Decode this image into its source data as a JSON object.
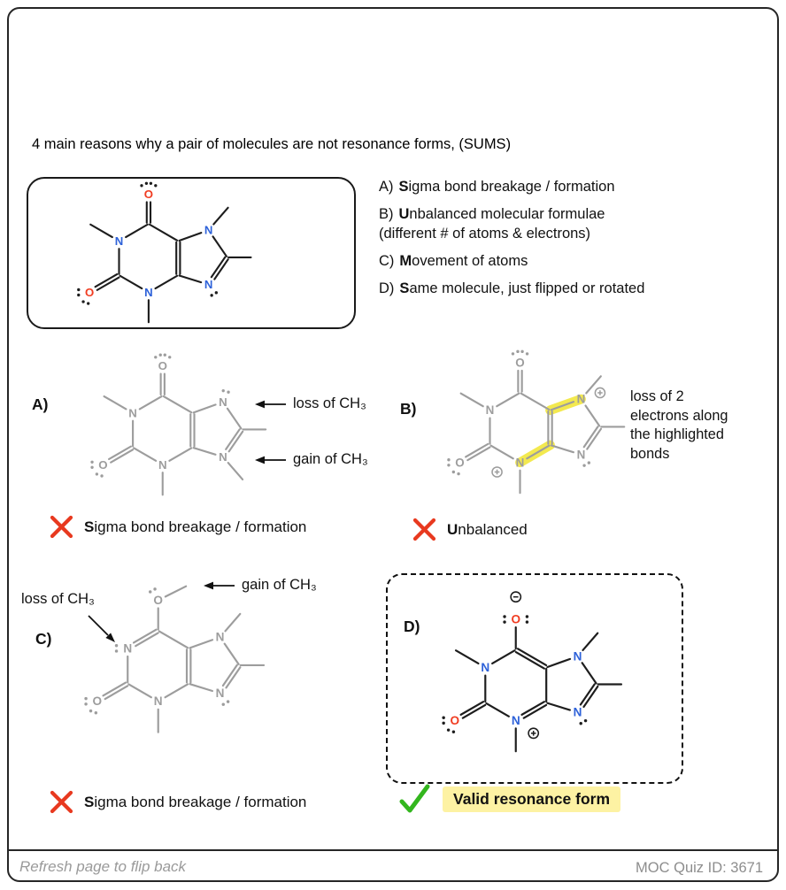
{
  "title": "4 main reasons why a pair of molecules are not resonance forms, (SUMS)",
  "atom_labels": {
    "N": "N",
    "O": "O"
  },
  "colors": {
    "nitrogen": "#2e62d9",
    "oxygen": "#f03c21",
    "bond": "#1d1d1d",
    "gray": "#9d9d9d",
    "red_x": "#e8391f",
    "green_check": "#33b61e",
    "bond_highlight": "#f3e94f",
    "label_highlight": "#fdf2a3"
  },
  "reasons": [
    {
      "prefix": "A)",
      "bold": "S",
      "rest": "igma bond breakage / formation"
    },
    {
      "prefix": "B)",
      "bold": "U",
      "rest": "nbalanced molecular formulae",
      "note": "(different  # of atoms & electrons)"
    },
    {
      "prefix": "C)",
      "bold": "M",
      "rest": "ovement of atoms"
    },
    {
      "prefix": "D)",
      "bold": "S",
      "rest": "ame molecule, just flipped or rotated"
    }
  ],
  "panels": {
    "a": {
      "label": "A)",
      "loss": "loss of CH₃",
      "gain": "gain of CH₃",
      "verdict_bold": "S",
      "verdict_rest": "igma bond breakage / formation"
    },
    "b": {
      "label": "B)",
      "note": "loss of 2 electrons along the highlighted bonds",
      "verdict_bold": "U",
      "verdict_rest": "nbalanced"
    },
    "c": {
      "label": "C)",
      "loss": "loss of CH₃",
      "gain": "gain of CH₃",
      "verdict_bold": "S",
      "verdict_rest": "igma bond breakage / formation"
    },
    "d": {
      "label": "D)",
      "verdict": "Valid resonance form"
    }
  },
  "footer": {
    "left": "Refresh page to flip back",
    "right": "MOC Quiz ID: 3671"
  }
}
